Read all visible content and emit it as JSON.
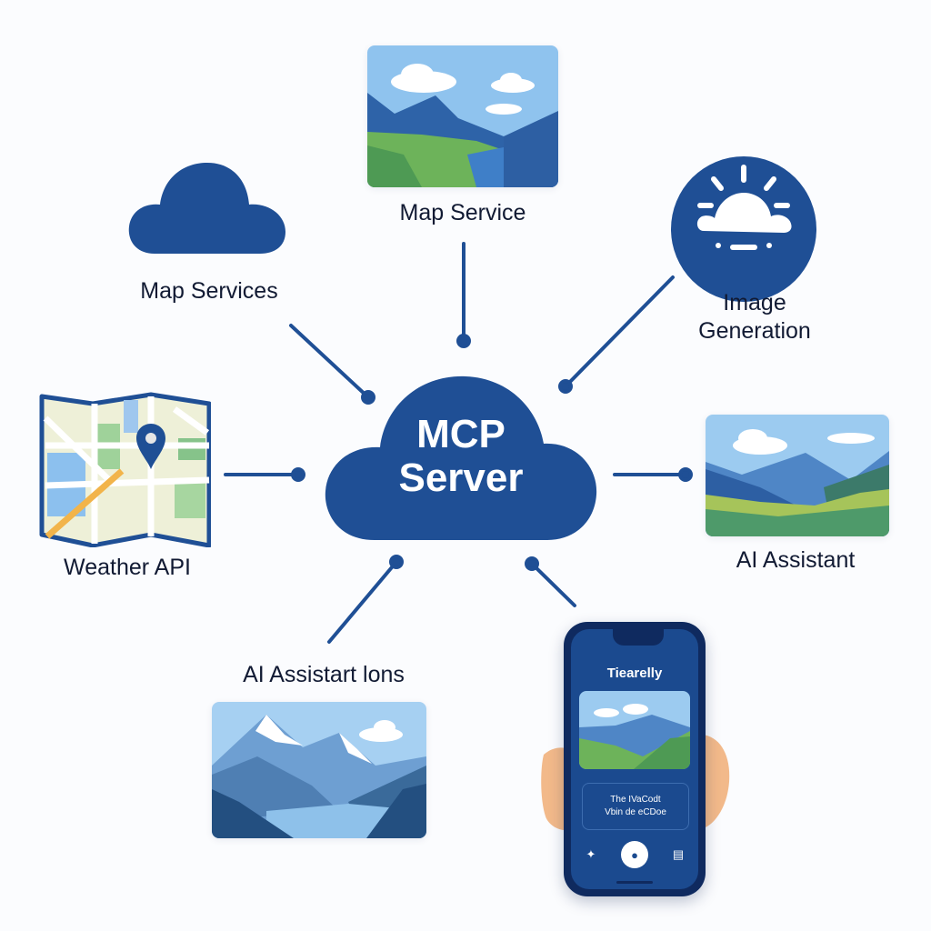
{
  "colors": {
    "primary": "#1f4f95",
    "primary_dark": "#0f2a5f",
    "background": "#fbfcfe",
    "text": "#111a33",
    "sky": "#9ccbf0",
    "green": "#6aa84f",
    "hand": "#f2b98a"
  },
  "center": {
    "title_line1": "MCP",
    "title_line2": "Server",
    "icon": "cloud-icon"
  },
  "nodes": [
    {
      "id": "top",
      "label": "Map Service",
      "icon": "landscape-image-icon",
      "arrow_direction": "to-center"
    },
    {
      "id": "top-left",
      "label": "Map Services",
      "icon": "cloud-icon",
      "arrow_direction": "to-center"
    },
    {
      "id": "top-right",
      "label_line1": "Image",
      "label_line2": "Generation",
      "icon": "sun-cloud-weather-icon",
      "arrow_direction": "to-center"
    },
    {
      "id": "left",
      "label": "Weather API",
      "icon": "folded-map-pin-icon",
      "arrow_direction": "to-center"
    },
    {
      "id": "right",
      "label": "AI Assistant",
      "icon": "landscape-image-icon",
      "arrow_direction": "from-center"
    },
    {
      "id": "bottom-left",
      "label": "AI Assistart lons",
      "icon": "mountain-lake-image-icon",
      "arrow_direction": "from-center"
    },
    {
      "id": "bottom-right",
      "label": "",
      "icon": "smartphone-icon",
      "arrow_direction": "from-center"
    }
  ],
  "phone": {
    "title": "Tiearelly",
    "card_line1": "The IVaCodt",
    "card_line2": "Vbin de eCDoe",
    "actions": [
      "share-icon",
      "assistant-icon",
      "copy-icon"
    ]
  }
}
